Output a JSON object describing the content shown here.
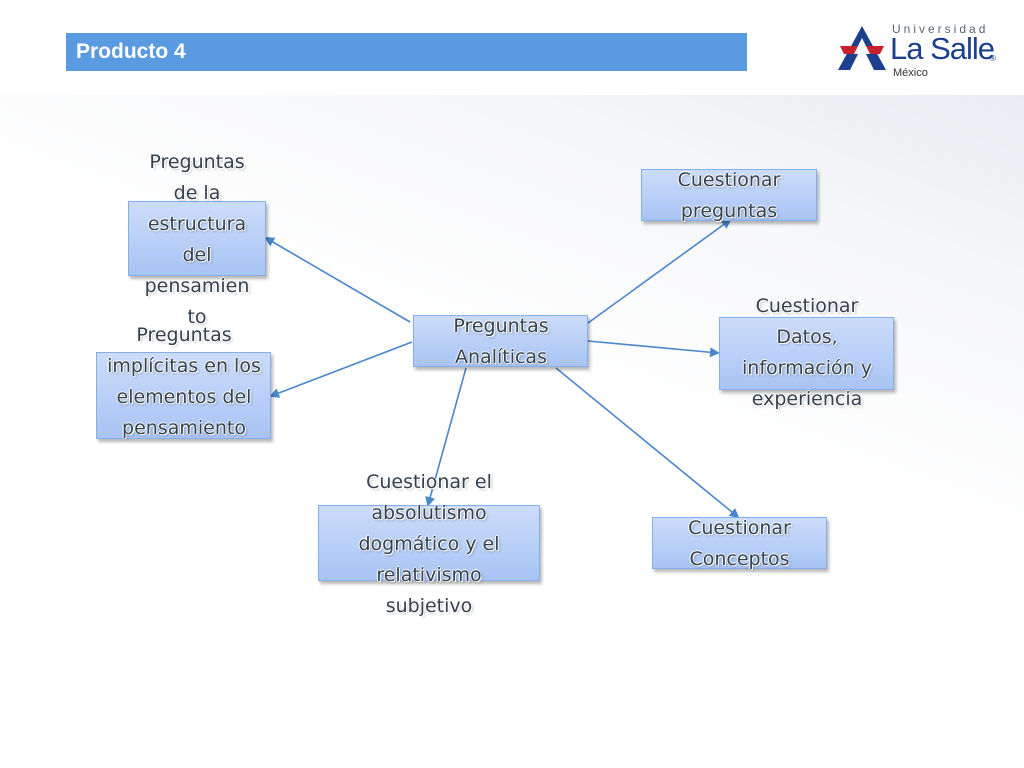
{
  "slide": {
    "title": "Producto 4"
  },
  "logo": {
    "line1": "Universidad",
    "line2": "La Salle",
    "reg": "®",
    "line3": "México",
    "colors": {
      "navy": "#1c3f8e",
      "red": "#c8202f",
      "gray": "#5a6570"
    }
  },
  "diagram": {
    "center": "Preguntas Analíticas",
    "nodes": {
      "estructura": "Preguntas de la estructura del pensamien to",
      "implicitas": "Preguntas implícitas en los elementos del pensamiento",
      "absolutismo": "Cuestionar el absolutismo dogmático y el relativismo subjetivo",
      "preguntas": "Cuestionar preguntas",
      "datos": "Cuestionar Datos, información y experiencia",
      "conceptos": "Cuestionar Conceptos"
    },
    "colors": {
      "box": "#a8c4f4",
      "border": "#86aee8",
      "arrow": "#4a86cc",
      "header": "#5a9ae0"
    }
  }
}
